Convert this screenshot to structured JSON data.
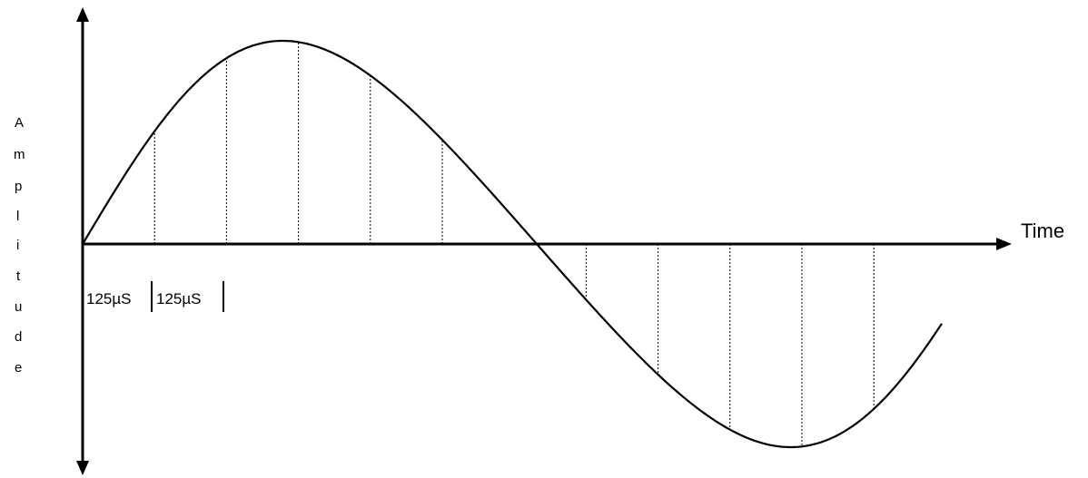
{
  "labels": {
    "x_axis": "Time",
    "y_axis": [
      "A",
      "m",
      "p",
      "l",
      "i",
      "t",
      "u",
      "d",
      "e"
    ],
    "intervals": [
      "125µS",
      "125µS"
    ]
  },
  "colors": {
    "line": "#000000",
    "background": "#ffffff"
  }
}
